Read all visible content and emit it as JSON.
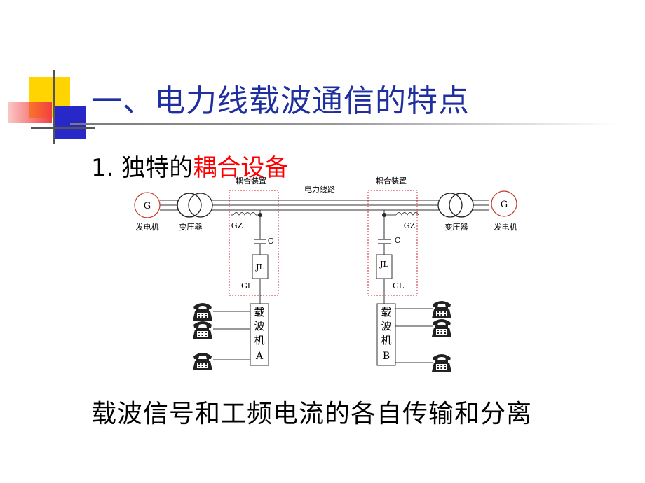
{
  "title": "一、电力线载波通信的特点",
  "subtitle": {
    "number": "1.",
    "prefix": "独特的",
    "highlight": "耦合设备"
  },
  "caption": "载波信号和工频电流的各自传输和分离",
  "colors": {
    "title": "#1f2fa0",
    "highlight": "#ff0000",
    "deco_yellow": "#ffd400",
    "deco_red": "#f24040",
    "deco_blue": "#2828c8"
  },
  "diagram": {
    "line_label": "电力线路",
    "coupling_label_left": "耦合装置",
    "coupling_label_right": "耦合装置",
    "generator_left": {
      "symbol": "G",
      "label": "发电机"
    },
    "generator_right": {
      "symbol": "G",
      "label": "发电机"
    },
    "transformer_left_label": "变压器",
    "transformer_right_label": "变压器",
    "gz_left": "GZ",
    "gz_right": "GZ",
    "c_left": "C",
    "c_right": "C",
    "jl_left": "JL",
    "jl_right": "JL",
    "gl_left": "GL",
    "gl_right": "GL",
    "carrier_a": [
      "载",
      "波",
      "机",
      "A"
    ],
    "carrier_b": [
      "载",
      "波",
      "机",
      "B"
    ],
    "phone_icon": "telephone-icon"
  }
}
